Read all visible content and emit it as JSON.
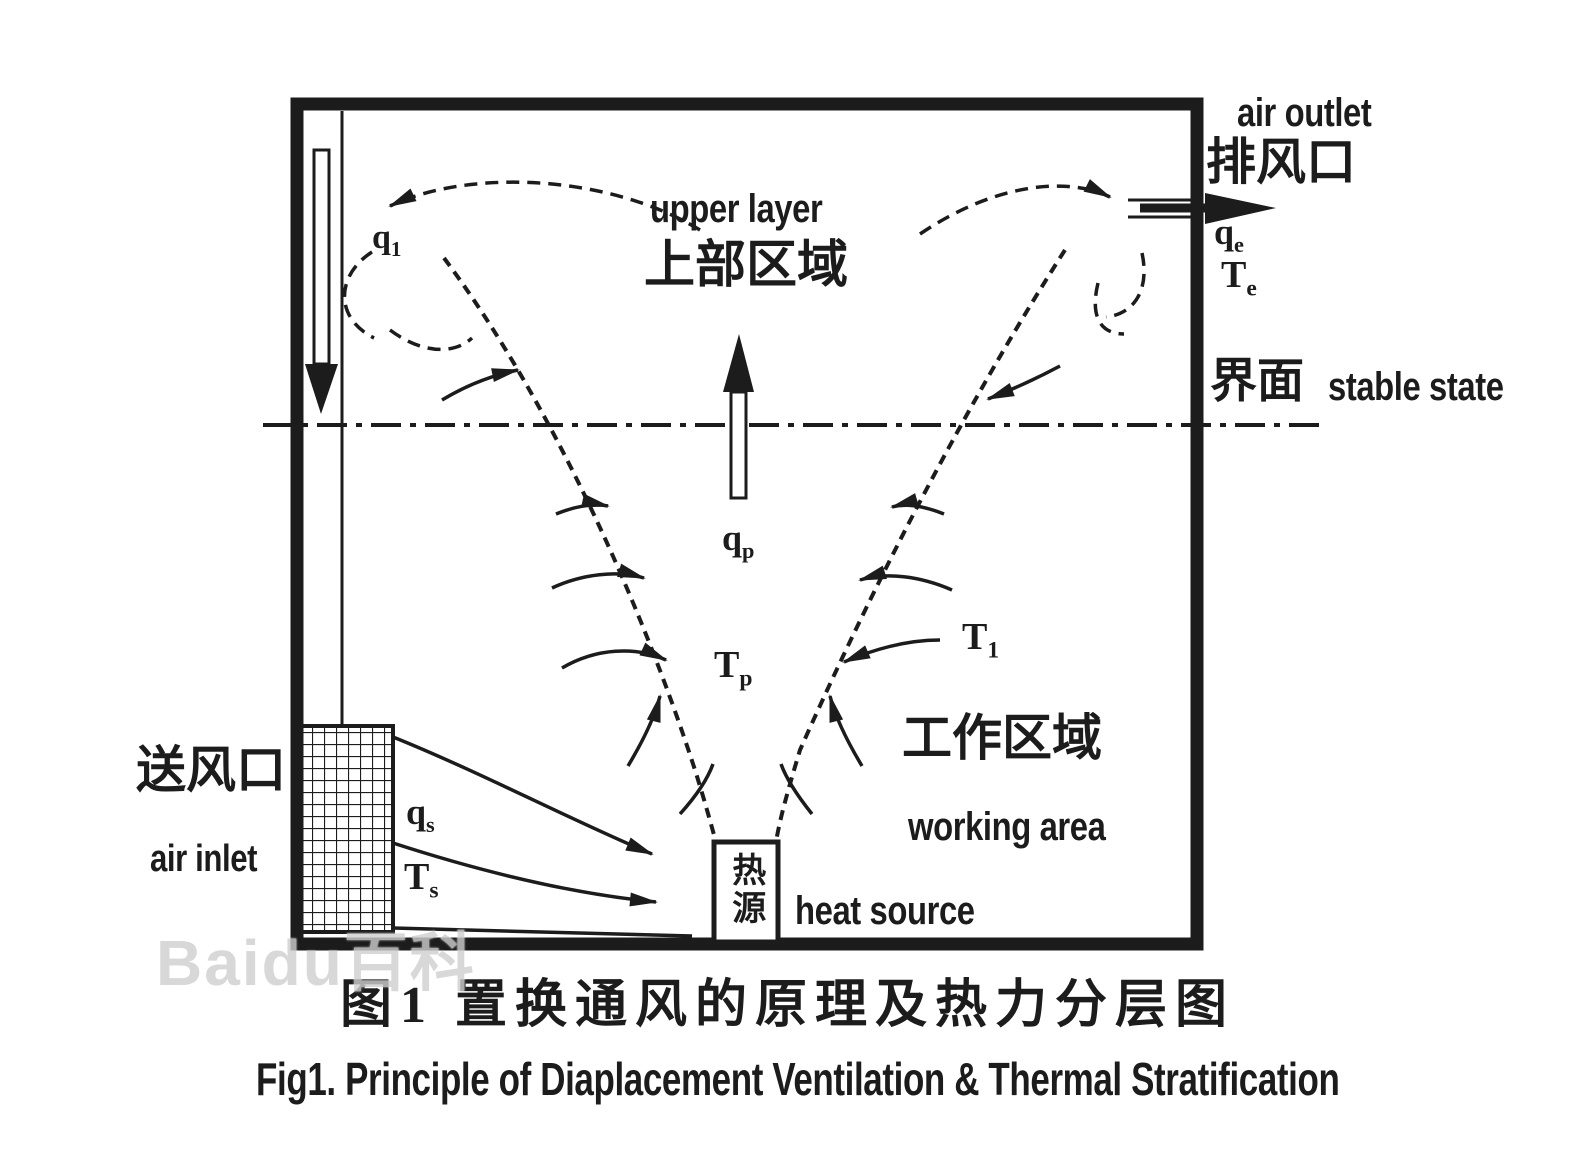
{
  "colors": {
    "ink": "#1c1c1c",
    "paper": "#ffffff",
    "watermark": "#cfcfcf"
  },
  "captions": {
    "chinese": "图1 置换通风的原理及热力分层图",
    "english": "Fig1. Principle of Diaplacement Ventilation & Thermal Stratification"
  },
  "zones": {
    "upper_en": "upper layer",
    "upper_cn": "上部区域",
    "working_cn": "工作区域",
    "working_en": "working area"
  },
  "interface": {
    "cn": "界面",
    "en": "stable state"
  },
  "outlet": {
    "en": "air outlet",
    "cn": "排风口",
    "flow": {
      "base": "q",
      "sub": "e"
    },
    "temp": {
      "base": "T",
      "sub": "e"
    }
  },
  "inlet": {
    "cn": "送风口",
    "en": "air inlet",
    "flow": {
      "base": "q",
      "sub": "s"
    },
    "temp": {
      "base": "T",
      "sub": "s"
    }
  },
  "plume": {
    "flow": {
      "base": "q",
      "sub": "p"
    },
    "temp": {
      "base": "T",
      "sub": "p"
    }
  },
  "upper_flow": {
    "base": "q",
    "sub": "1"
  },
  "working_temp": {
    "base": "T",
    "sub": "1"
  },
  "heat_source": {
    "en": "heat source",
    "cn": "热源"
  },
  "watermark": {
    "text": "Baidu百科"
  }
}
